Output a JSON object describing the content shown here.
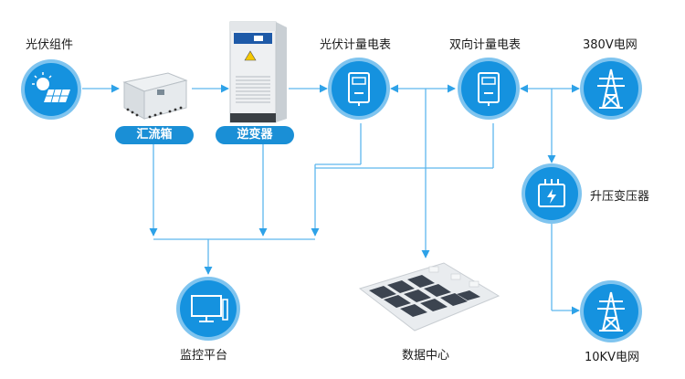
{
  "nodes": {
    "pv_module": "光伏组件",
    "combiner_box": "汇流箱",
    "inverter": "逆变器",
    "pv_meter": "光伏计量电表",
    "bidirectional_meter": "双向计量电表",
    "grid_380v": "380V电网",
    "step_up_transformer": "升压变压器",
    "monitor_platform": "监控平台",
    "data_center": "数据中心",
    "grid_10kv": "10KV电网"
  },
  "colors": {
    "accent": "#1a8fd6",
    "circle_fill": "#1592df",
    "circle_ring": "#7fc4ef",
    "line": "#5db7ee"
  },
  "icons": {
    "pv_module": "solar-panel-icon",
    "pv_meter": "electric-meter-icon",
    "bidirectional_meter": "electric-meter-icon",
    "grid_380v": "power-tower-icon",
    "step_up_transformer": "transformer-icon",
    "monitor_platform": "monitor-icon",
    "grid_10kv": "power-tower-icon"
  }
}
